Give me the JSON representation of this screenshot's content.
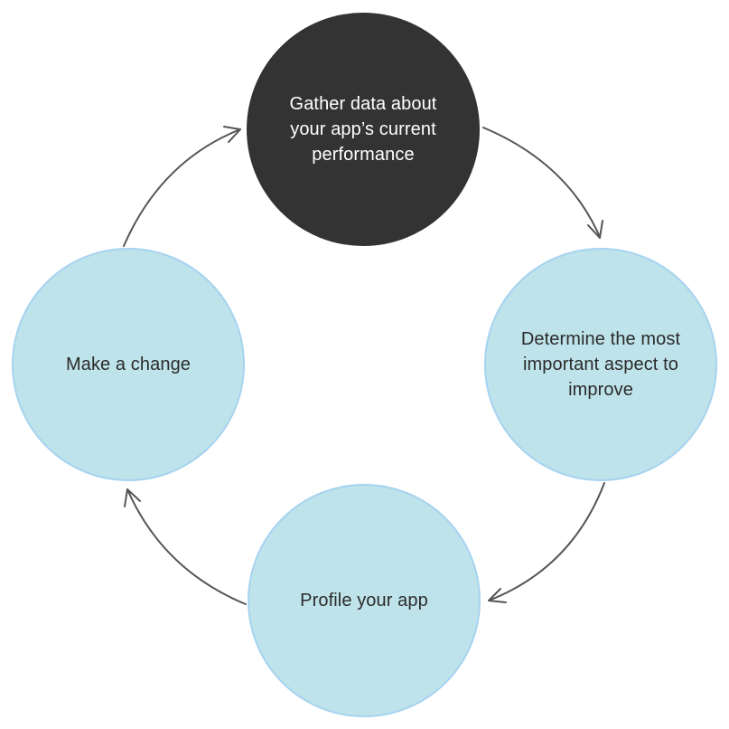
{
  "diagram": {
    "type": "cycle",
    "colors": {
      "dark_fill": "#333333",
      "light_fill": "#bfe3ea",
      "light_border": "#a6d3f0",
      "arrow": "#555555",
      "dark_text": "#ffffff",
      "light_text": "#2b2b2b"
    },
    "nodes": [
      {
        "id": "top",
        "label": "Gather data about your app’s current performance",
        "style": "dark"
      },
      {
        "id": "right",
        "label": "Determine the most important aspect to improve",
        "style": "light"
      },
      {
        "id": "bottom",
        "label": "Profile your app",
        "style": "light"
      },
      {
        "id": "left",
        "label": "Make a change",
        "style": "light"
      }
    ],
    "edges": [
      {
        "from": "top",
        "to": "right"
      },
      {
        "from": "right",
        "to": "bottom"
      },
      {
        "from": "bottom",
        "to": "left"
      },
      {
        "from": "left",
        "to": "top"
      }
    ]
  }
}
